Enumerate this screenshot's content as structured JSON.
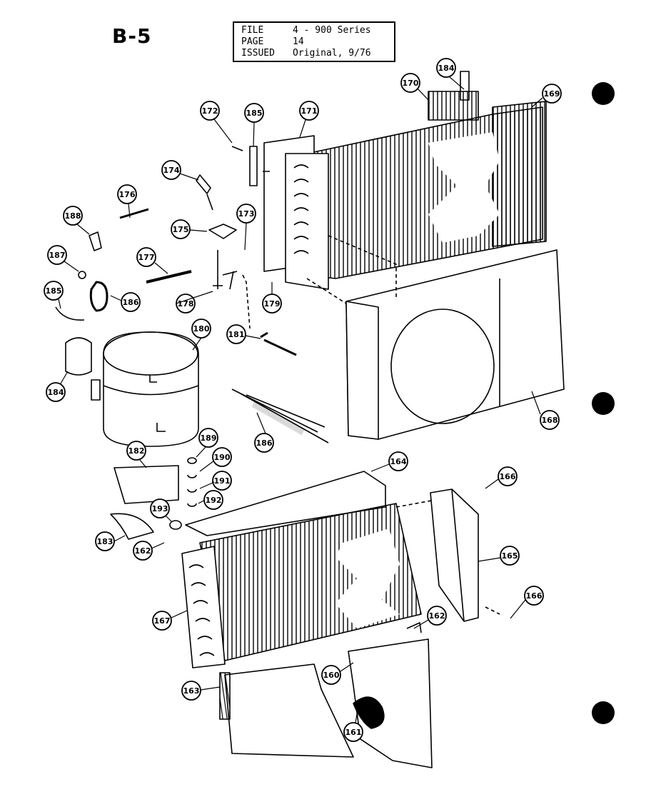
{
  "sheet_id": "B-5",
  "info": {
    "file_label": "FILE",
    "file_value": "4 - 900 Series",
    "page_label": "PAGE",
    "page_value": "14",
    "issued_label": "ISSUED",
    "issued_value": "Original, 9/76"
  },
  "callouts": {
    "c172": "172",
    "c185a": "185",
    "c171": "171",
    "c170": "170",
    "c184a": "184",
    "c169": "169",
    "c174": "174",
    "c176": "176",
    "c188": "188",
    "c173": "173",
    "c175": "175",
    "c187": "187",
    "c177": "177",
    "c185b": "185",
    "c186a": "186",
    "c178": "178",
    "c179": "179",
    "c180a": "180",
    "c181": "181",
    "c184b": "184",
    "c168": "168",
    "c186b": "186",
    "c182": "182",
    "c189": "189",
    "c190": "190",
    "c191": "191",
    "c192": "192",
    "c164": "164",
    "c166a": "166",
    "c193": "193",
    "c183": "183",
    "c162a": "162",
    "c165": "165",
    "c166b": "166",
    "c167": "167",
    "c162b": "162",
    "c163": "163",
    "c180b": "160",
    "c161": "161"
  }
}
